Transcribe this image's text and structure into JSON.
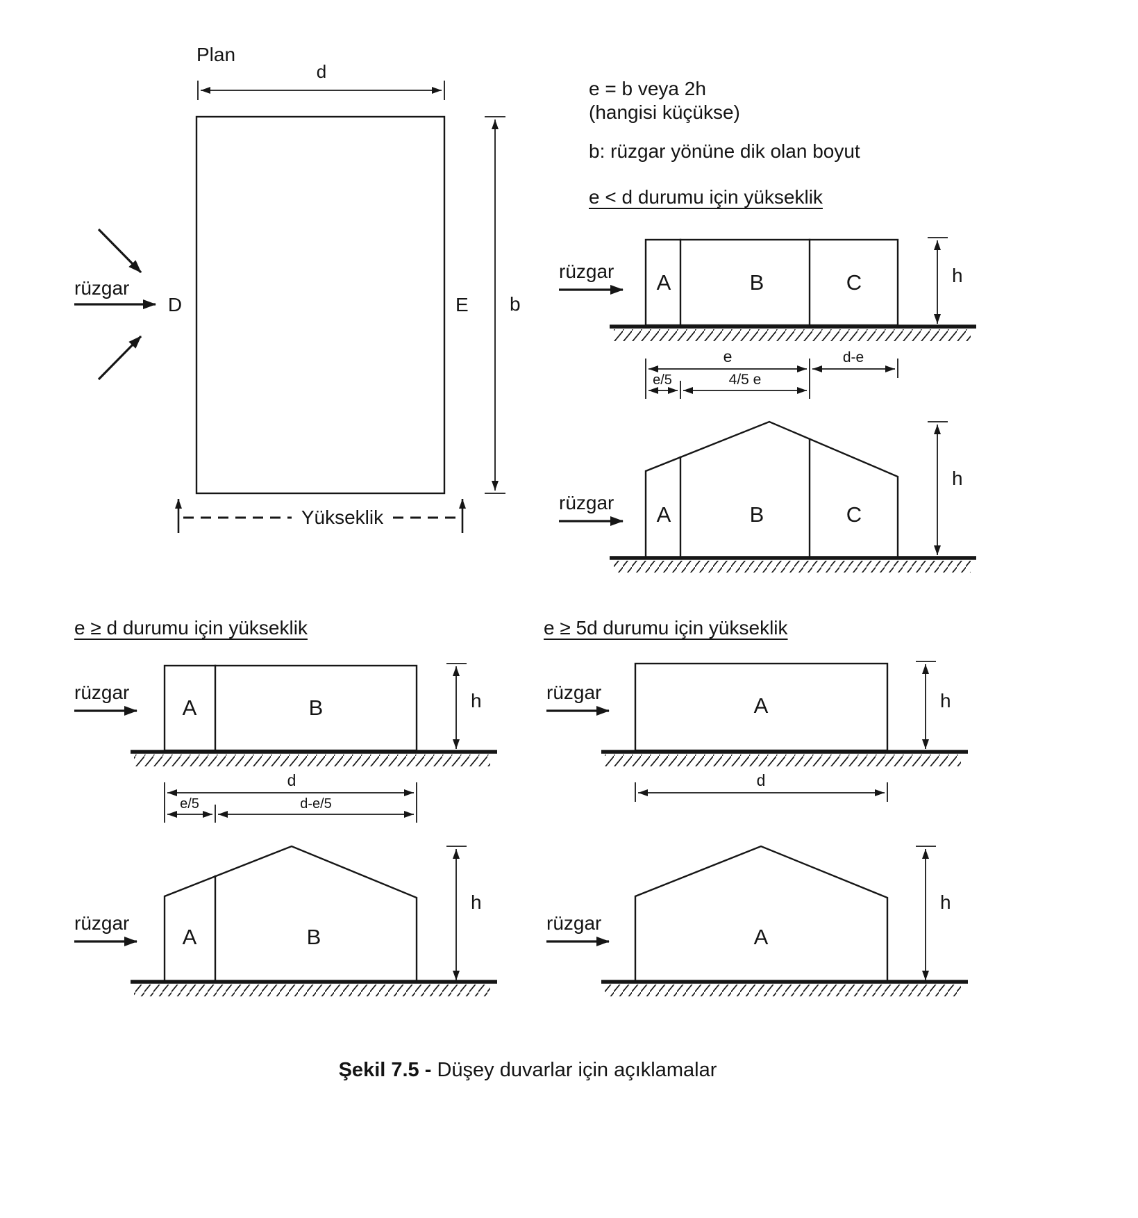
{
  "page": {
    "background": "#ffffff",
    "ink": "#161616"
  },
  "plan": {
    "title": "Plan",
    "wind_label": "rüzgar",
    "dim_width": "d",
    "dim_depth": "b",
    "zone_windward": "D",
    "zone_leeward": "E",
    "height_label": "Yükseklik"
  },
  "notes": {
    "rule_e": "e = b veya 2h",
    "rule_e_note": "(hangisi küçükse)",
    "rule_b": "b: rüzgar yönüne dik olan boyut"
  },
  "case_e_lt_d": {
    "heading": "e < d durumu için yükseklik",
    "flat": {
      "wind_label": "rüzgar",
      "zone_a": "A",
      "zone_b": "B",
      "zone_c": "C",
      "dim_h": "h",
      "dim_e": "e",
      "dim_d_minus_e": "d-e",
      "dim_e_fifth": "e/5",
      "dim_four_fifth_e": "4/5 e"
    },
    "pitched": {
      "wind_label": "rüzgar",
      "zone_a": "A",
      "zone_b": "B",
      "zone_c": "C",
      "dim_h": "h"
    }
  },
  "case_e_ge_d": {
    "heading": "e ≥ d durumu için yükseklik",
    "flat": {
      "wind_label": "rüzgar",
      "zone_a": "A",
      "zone_b": "B",
      "dim_h": "h",
      "dim_d": "d",
      "dim_e_fifth": "e/5",
      "dim_d_minus_e_fifth": "d-e/5"
    },
    "pitched": {
      "wind_label": "rüzgar",
      "zone_a": "A",
      "zone_b": "B",
      "dim_h": "h"
    }
  },
  "case_e_ge_5d": {
    "heading": "e ≥ 5d durumu için yükseklik",
    "flat": {
      "wind_label": "rüzgar",
      "zone_a": "A",
      "dim_h": "h",
      "dim_d": "d"
    },
    "pitched": {
      "wind_label": "rüzgar",
      "zone_a": "A",
      "dim_h": "h"
    }
  },
  "caption": {
    "figure_label": "Şekil 7.5 - ",
    "figure_title": "Düşey duvarlar için açıklamalar"
  }
}
